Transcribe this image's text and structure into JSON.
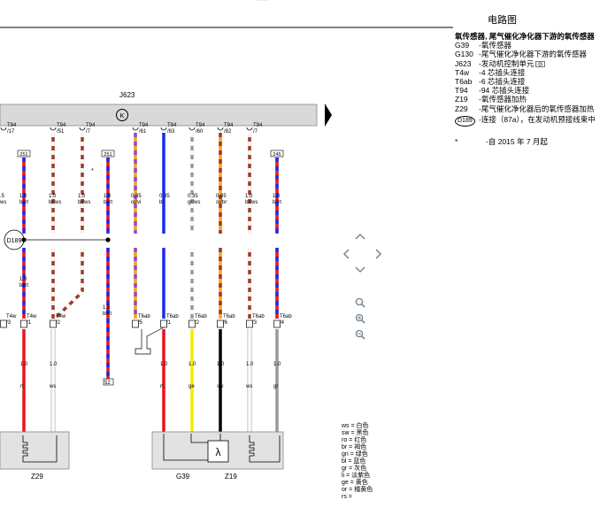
{
  "header": {
    "title": "电路图",
    "top_caption": "........"
  },
  "legend": {
    "heading": "氧传感器, 尾气催化净化器下游的氧传感器",
    "items": [
      {
        "code": "G39",
        "desc": "-氧传感器"
      },
      {
        "code": "G130",
        "desc": "-尾气催化净化器下游的氧传感器"
      },
      {
        "code": "J623",
        "desc": "-发动机控制单元"
      },
      {
        "code": "T4w",
        "desc": "-4 芯插头连接"
      },
      {
        "code": "T6ab",
        "desc": "-6 芯插头连接"
      },
      {
        "code": "T94",
        "desc": "-94 芯插头连接"
      },
      {
        "code": "Z19",
        "desc": "-氧传感器加热"
      },
      {
        "code": "Z29",
        "desc": "-尾气催化净化器后的氧传感器加热"
      }
    ],
    "connection": {
      "code": "D189",
      "desc": "-连接（87a），在发动机预接线束中"
    },
    "note": {
      "code": "*",
      "desc": "-自 2015 年 7 月起"
    }
  },
  "diagram": {
    "ecu_label": "J623",
    "ecu_symbol": "K",
    "connection_label": "D189",
    "component_labels": {
      "z29": "Z29",
      "g39": "G39",
      "z19": "Z19"
    },
    "asterisk": "*",
    "pins": [
      {
        "label": "T94",
        "pin": "/17"
      },
      {
        "label": "T94",
        "pin": "/51"
      },
      {
        "label": "T94",
        "pin": "/7"
      },
      {
        "label": "T94",
        "pin": "/61"
      },
      {
        "label": "T94",
        "pin": "/83"
      },
      {
        "label": "T94",
        "pin": "/60"
      },
      {
        "label": "T94",
        "pin": "/82"
      },
      {
        "label": "T94",
        "pin": "/7"
      }
    ],
    "ref_boxes": [
      "251",
      "251",
      "245"
    ],
    "upper_wires": [
      {
        "size": ".5",
        "color": "ws"
      },
      {
        "size": "1.0",
        "color": "bl/rt"
      },
      {
        "size": "1.0",
        "color": "br/ws"
      },
      {
        "size": "1.0",
        "color": "br/ws"
      },
      {
        "size": "1.0",
        "color": "bl/rt"
      },
      {
        "size": "0.35",
        "color": "or/vi"
      },
      {
        "size": "0.35",
        "color": "bl"
      },
      {
        "size": "0.35",
        "color": "gr/ws"
      },
      {
        "size": "0.35",
        "color": "or/br"
      },
      {
        "size": "1.0",
        "color": "br/ws"
      },
      {
        "size": "1.0",
        "color": "bl/rt"
      }
    ],
    "mid_wires": [
      {
        "size": "1.0",
        "color": "bl/rt"
      },
      {
        "size": "1.5",
        "color": "bl/rt"
      }
    ],
    "connectors": [
      {
        "label": "T4w",
        "pin": "/3"
      },
      {
        "label": "T4w",
        "pin": "/1"
      },
      {
        "label": "T4w",
        "pin": "/2"
      },
      {
        "label": "T6ab",
        "pin": "/5"
      },
      {
        "label": "T6ab",
        "pin": "/1"
      },
      {
        "label": "T6ab",
        "pin": "/2"
      },
      {
        "label": "T6ab",
        "pin": "/6"
      },
      {
        "label": "T6ab",
        "pin": "/3"
      },
      {
        "label": "T6ab",
        "pin": "/4"
      }
    ],
    "ground_label": "52",
    "lower_wires": [
      {
        "size": "1.0",
        "color": "rt"
      },
      {
        "size": "1.0",
        "color": "ws"
      },
      {
        "size": "1.0",
        "color": "rt"
      },
      {
        "size": "1.0",
        "color": "ge"
      },
      {
        "size": "1.0",
        "color": "sw"
      },
      {
        "size": "1.0",
        "color": "ws"
      },
      {
        "size": "1.0",
        "color": "gr"
      }
    ]
  },
  "color_codes": [
    "ws = 白色",
    "sw = 黑色",
    "ro = 红色",
    "br = 褐色",
    "gn = 绿色",
    "bl = 蓝色",
    "gr = 灰色",
    "li = 淡紫色",
    "ge = 黄色",
    "or = 橘黄色",
    "rs ="
  ],
  "colors": {
    "red": "#e8141b",
    "blue": "#1a2cf0",
    "brown": "#9c3a2a",
    "orange": "#f7a21b",
    "violet": "#8a4fd0",
    "grey": "#9a9a9a",
    "yellow": "#f5ec00",
    "white": "#ffffff",
    "black": "#000000",
    "ecu_bar": "#d9d9d9",
    "component_box": "#e2e2e2",
    "nav": "#7a8596"
  },
  "controls": {
    "up": "^",
    "down": "v",
    "left": "<",
    "right": ">"
  }
}
